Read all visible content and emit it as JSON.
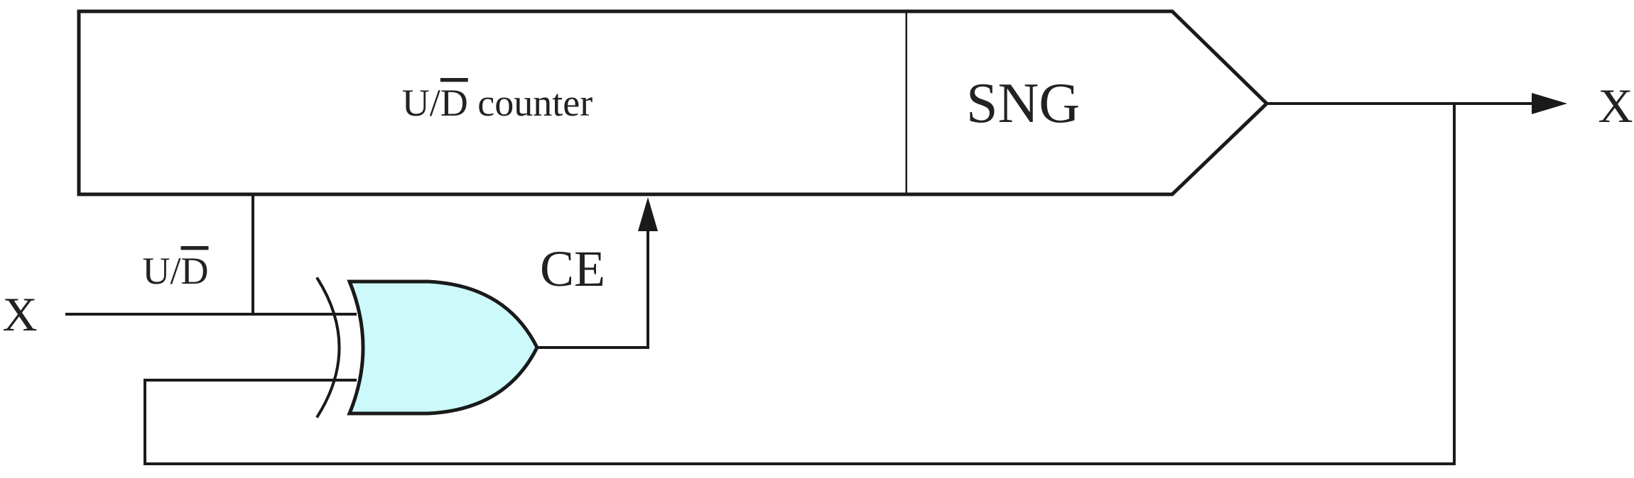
{
  "counter": {
    "label_prefix": "U/",
    "label_bar": "D",
    "label_suffix": " counter"
  },
  "sng": {
    "label": "SNG"
  },
  "signals": {
    "input": "X",
    "output": "X",
    "direction_prefix": "U/",
    "direction_bar": "D",
    "enable": "CE"
  },
  "colors": {
    "gate_fill": "#ccfafa",
    "line": "#1a1a1a",
    "background": "#ffffff"
  }
}
